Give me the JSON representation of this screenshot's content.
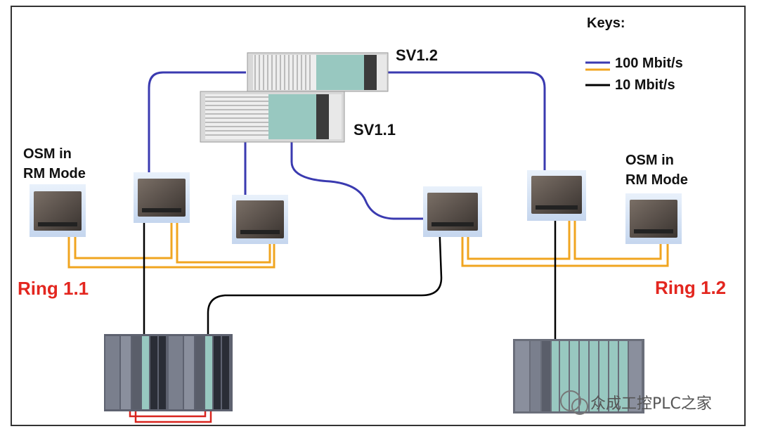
{
  "legend": {
    "title": "Keys:",
    "items": [
      {
        "label": "100 Mbit/s",
        "colors": [
          "#3a3ab0",
          "#f0a520"
        ]
      },
      {
        "label": "10 Mbit/s",
        "colors": [
          "#000000"
        ]
      }
    ]
  },
  "servers": [
    {
      "id": "sv12",
      "label": "SV1.2"
    },
    {
      "id": "sv11",
      "label": "SV1.1"
    }
  ],
  "osm_left_label": "OSM in\nRM Mode",
  "osm_right_label": "OSM in\nRM Mode",
  "osm_left_label_lines": [
    "OSM in",
    "RM Mode"
  ],
  "osm_right_label_lines": [
    "OSM in",
    "RM Mode"
  ],
  "rings": [
    {
      "id": "ring-1-1",
      "label": "Ring 1.1"
    },
    {
      "id": "ring-1-2",
      "label": "Ring 1.2"
    }
  ],
  "watermark": "众成工控PLC之家",
  "colors": {
    "blue_link": "#3a3ab0",
    "orange_link": "#f0a520",
    "black_link": "#000000",
    "red_sync": "#d8241e",
    "ring_label": "#e3261f"
  }
}
